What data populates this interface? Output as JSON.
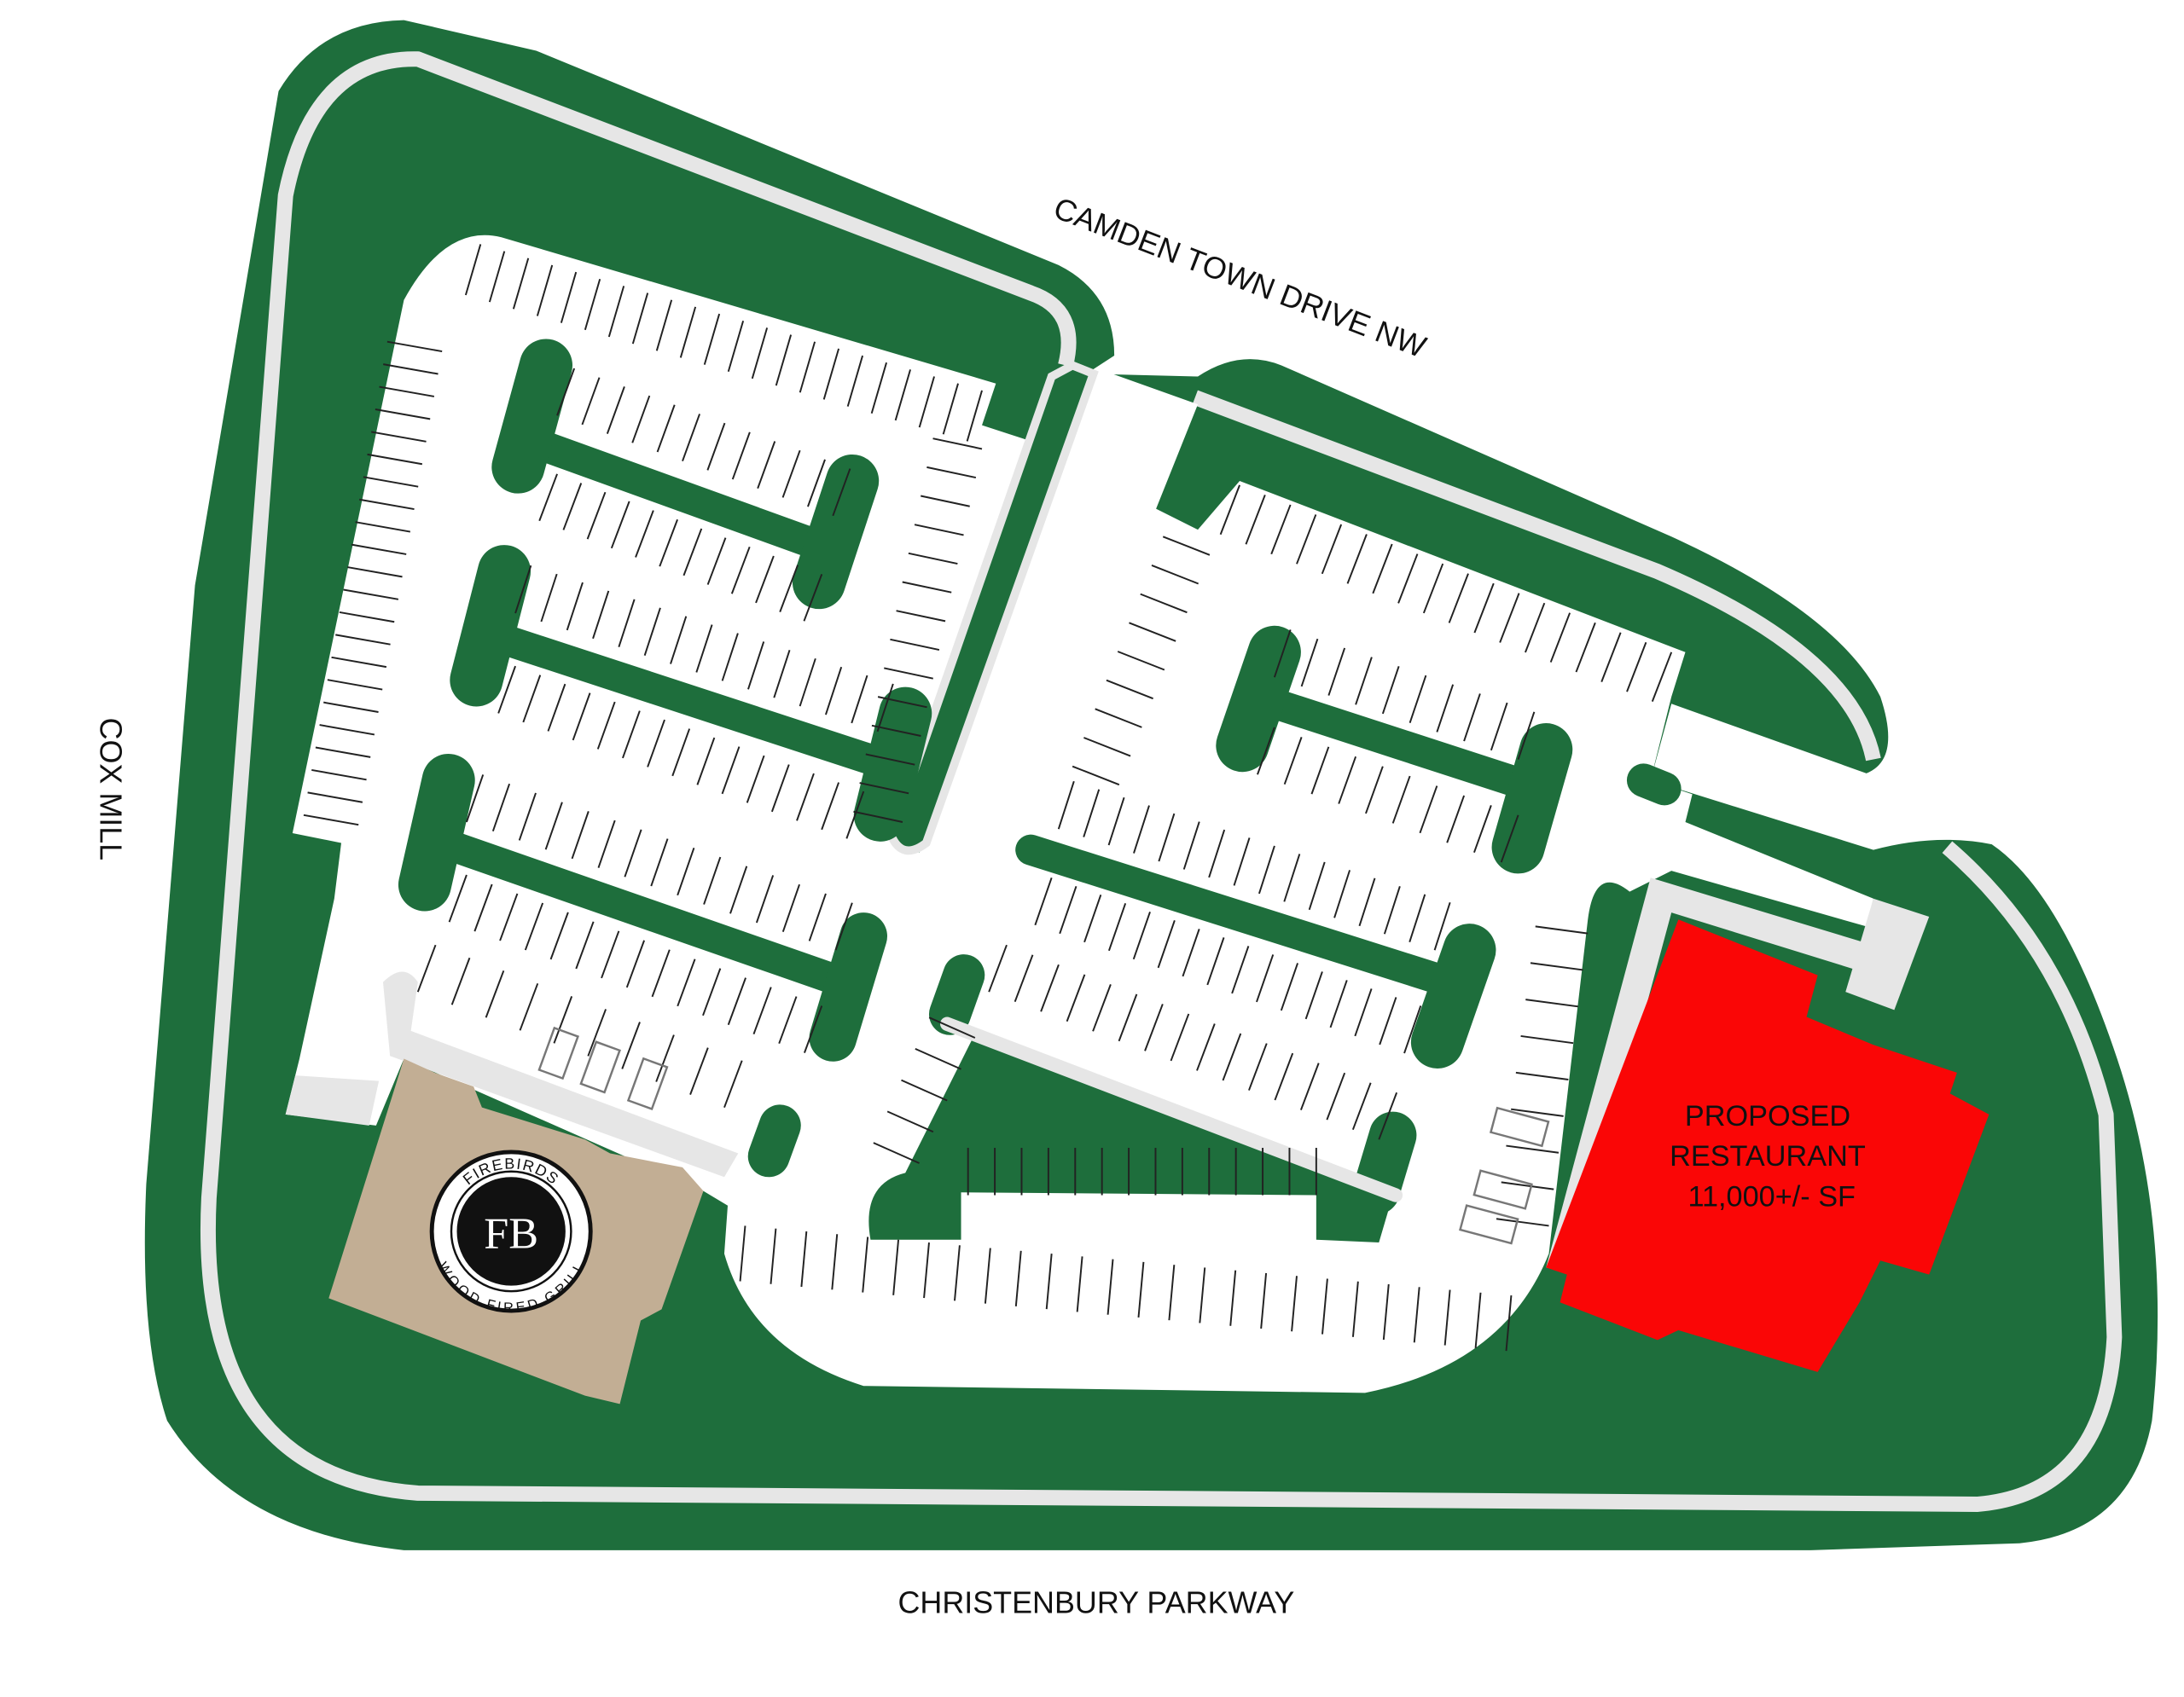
{
  "streets": {
    "north": "CAMDEN TOWN DRIVE NW",
    "west": "COX MILL",
    "south": "CHRISTENBURY PARKWAY"
  },
  "buildings": {
    "proposed": {
      "line1": "PROPOSED",
      "line2": "RESTAURANT",
      "line3": "11,000+/- SF",
      "color": "#fa0606"
    },
    "existing": {
      "logo_top": "FIREBIRDS",
      "logo_mark": "FB",
      "logo_bottom": "WOOD FIRED GRILL",
      "color": "#c2ae94"
    }
  },
  "colors": {
    "landscape": "#1e6e3c",
    "sidewalk": "#e6e6e6",
    "pavement": "#ffffff"
  }
}
